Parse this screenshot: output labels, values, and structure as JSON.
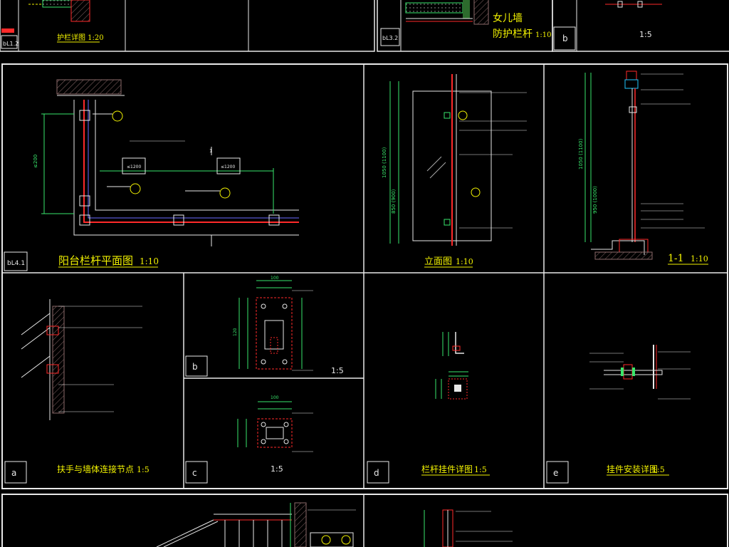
{
  "colors": {
    "background": "#000000",
    "frame": "#e8e8e8",
    "title": "#f2f200",
    "dim": "#39e66b",
    "steel": "#ff2a2a",
    "glass": "#6b6bff",
    "hatch": "#8b6a6a",
    "note": "#d8d8d8",
    "leader": "#20c8ff",
    "tag": "#3fbf7f",
    "magenta": "#ff3fd0"
  },
  "top_strip": {
    "left_tag": "bL1.2",
    "left_title": "护栏详图 1:20",
    "mid_tag": "bL3.2",
    "mid_title_1": "女儿墙",
    "mid_title_2": "防护栏杆",
    "mid_scale": "1:10",
    "b_label": "b",
    "right_scale": "1:5"
  },
  "panels": {
    "plan": {
      "tag": "bL4.1",
      "title": "阳台栏杆平面图",
      "scale": "1:10",
      "dim_left": "≤200",
      "box1": "≤1200",
      "box2": "≤1200",
      "section_mark": "1"
    },
    "elevation": {
      "title": "立面图",
      "scale": "1:10",
      "dim_a": "1050 (1100)",
      "dim_b": "850 (900)"
    },
    "section": {
      "title": "1-1",
      "scale": "1:10",
      "dim_a": "1050 (1100)",
      "dim_b": "950 (1000)"
    },
    "a": {
      "label": "a",
      "title": "扶手与墙体连接节点",
      "scale": "1:5"
    },
    "b": {
      "label": "b",
      "scale": "1:5",
      "dim_top": "100",
      "dim_left": "120"
    },
    "c": {
      "label": "c",
      "scale": "1:5",
      "dim_top": "100"
    },
    "d": {
      "label": "d",
      "title": "栏杆挂件详图",
      "scale": "1:5"
    },
    "e": {
      "label": "e",
      "title": "挂件安装详图",
      "scale": "1:5"
    }
  }
}
